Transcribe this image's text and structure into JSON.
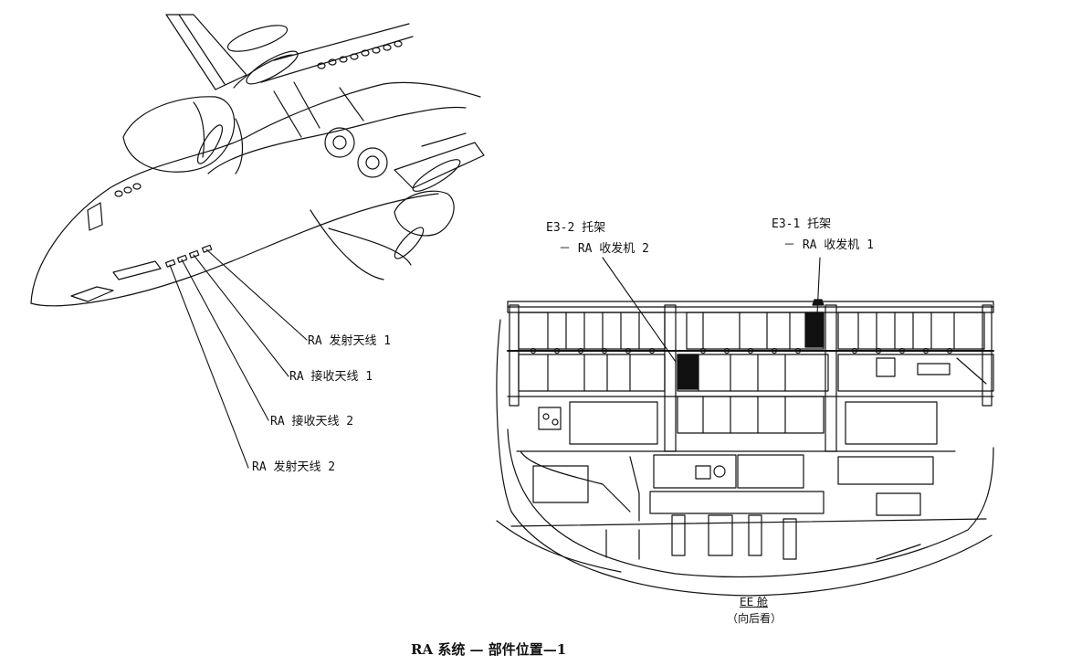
{
  "labels": {
    "ra_tx_antenna_1": "RA 发射天线 1",
    "ra_rx_antenna_1": "RA 接收天线 1",
    "ra_rx_antenna_2": "RA 接收天线 2",
    "ra_tx_antenna_2": "RA 发射天线 2",
    "e3_2_rack": "E3-2 托架",
    "ra_transceiver_2": "－ RA 收发机 2",
    "e3_1_rack": "E3-1 托架",
    "ra_transceiver_1": "－ RA 收发机 1",
    "ee_compartment": "EE 舱",
    "looking_aft": "（向后看）"
  },
  "caption": "RA 系统 — 部件位置—1",
  "colors": {
    "ink": "#111111",
    "paper": "#ffffff",
    "highlight": "#111111"
  }
}
